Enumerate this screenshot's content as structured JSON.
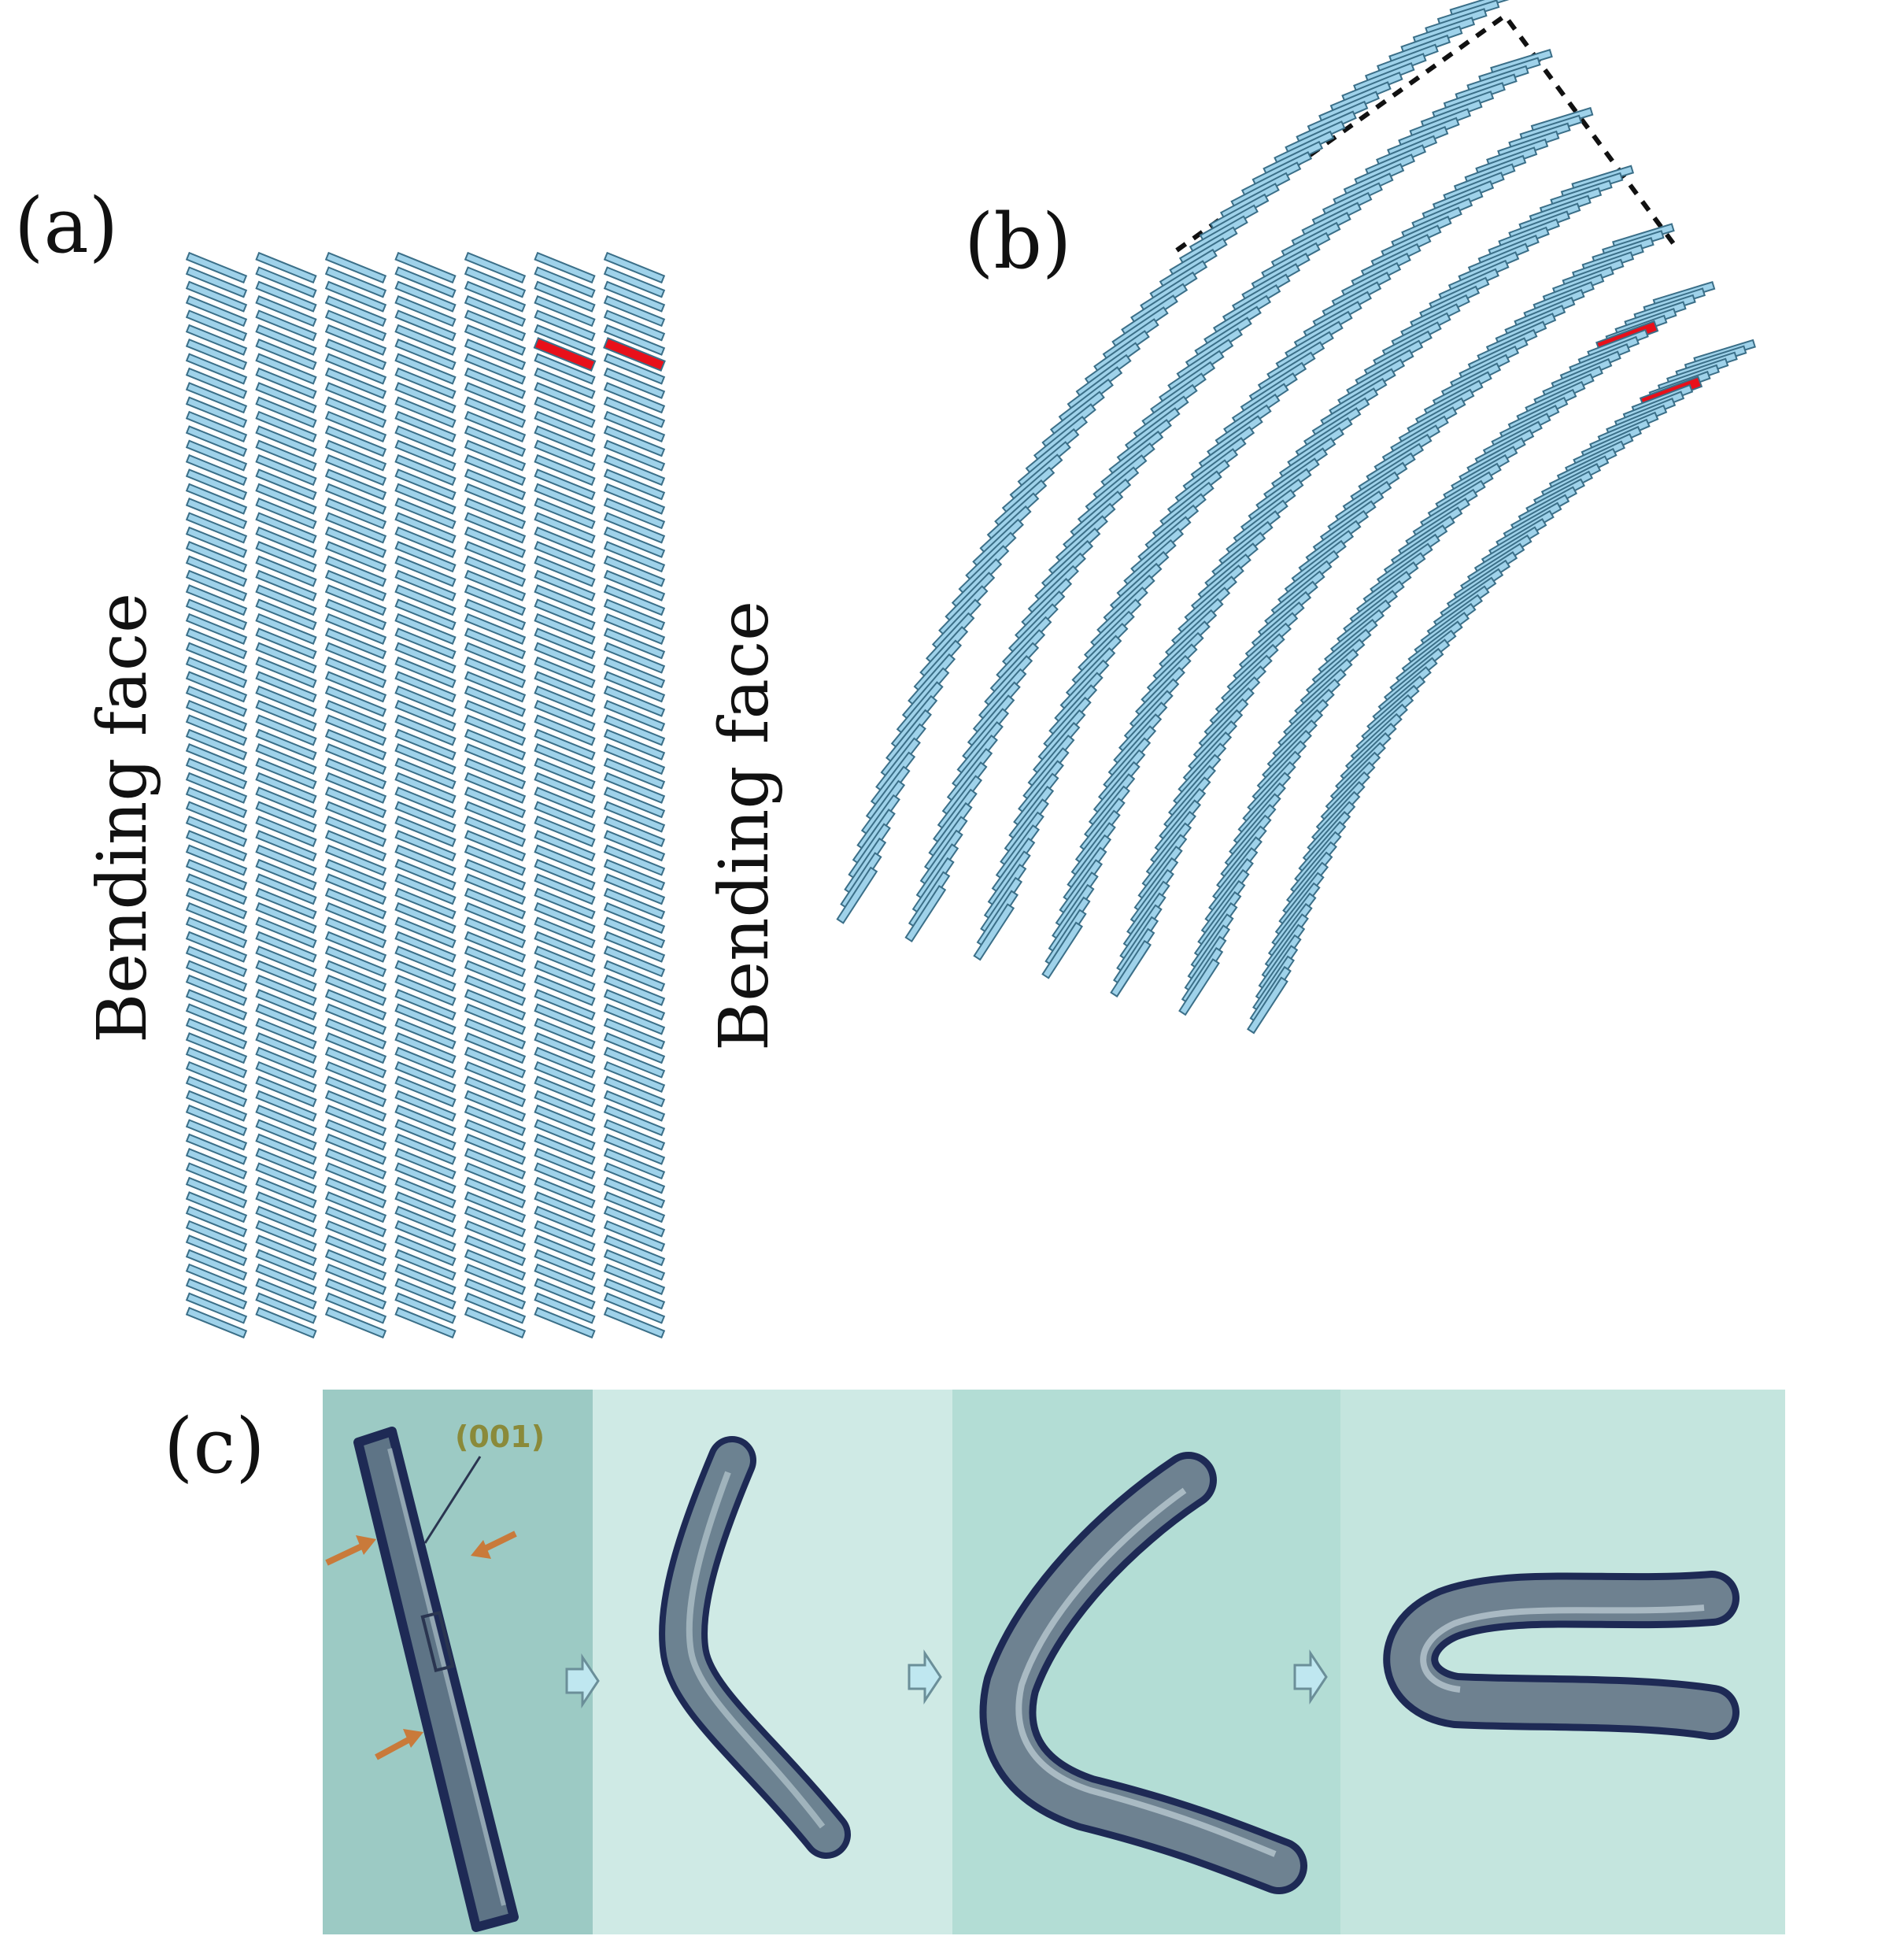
{
  "figure": {
    "panels": {
      "a": {
        "label": "(a)",
        "face_label_left": "Bending face",
        "face_label_right": "Bending face",
        "columns": 7,
        "highlighted_columns": [
          6,
          7
        ]
      },
      "b": {
        "label": "(b)",
        "columns": 7,
        "highlighted_columns": [
          6,
          7
        ],
        "construction_lines": "dashed"
      },
      "c": {
        "label": "(c)",
        "miller_index": "(001)",
        "frames": 4
      }
    },
    "colors": {
      "molecule_fill": "#9fd2ea",
      "molecule_stroke": "#3b6f88",
      "highlight": "#e8101a",
      "arrow": "#c97a3a",
      "photo_bg_1": "#9ccac4",
      "photo_bg_2": "#cfeae5",
      "photo_bg_3": "#b3ddd5",
      "photo_bg_4": "#c4e5de",
      "crystal": "#556678",
      "crystal_edge": "#1e2a55",
      "step_arrow": "#bfe7f0"
    },
    "icons": [
      "step-arrow-icon",
      "compression-arrow-icon"
    ]
  }
}
